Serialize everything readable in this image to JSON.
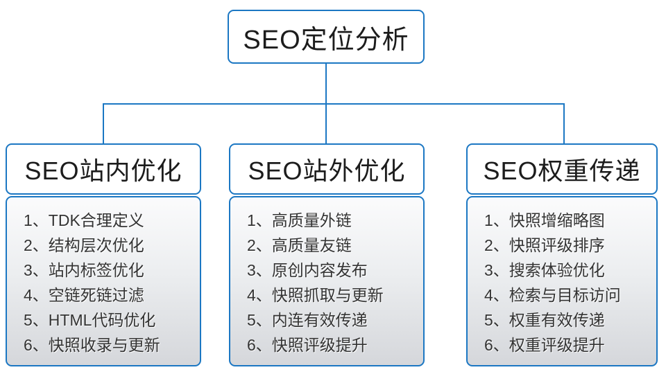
{
  "diagram": {
    "title": "SEO定位分析",
    "columns": [
      {
        "header": "SEO站内优化",
        "items": [
          "1、TDK合理定义",
          "2、结构层次优化",
          "3、站内标签优化",
          "4、空链死链过滤",
          "5、HTML代码优化",
          "6、快照收录与更新"
        ]
      },
      {
        "header": "SEO站外优化",
        "items": [
          "1、高质量外链",
          "2、高质量友链",
          "3、原创内容发布",
          "4、快照抓取与更新",
          "5、内连有效传递",
          "6、快照评级提升"
        ]
      },
      {
        "header": "SEO权重传递",
        "items": [
          "1、快照增缩略图",
          "2、快照评级排序",
          "3、搜索体验优化",
          "4、检索与目标访问",
          "5、权重有效传递",
          "6、权重评级提升"
        ]
      }
    ],
    "colors": {
      "border_blue": "#1b77c3",
      "connector_blue": "#1b77c3",
      "panel_gradient_top": "#fbfbfc",
      "panel_gradient_bottom": "#d5d7db",
      "text_dark": "#1c1c1c",
      "text_list": "#333333",
      "background": "#ffffff"
    }
  }
}
